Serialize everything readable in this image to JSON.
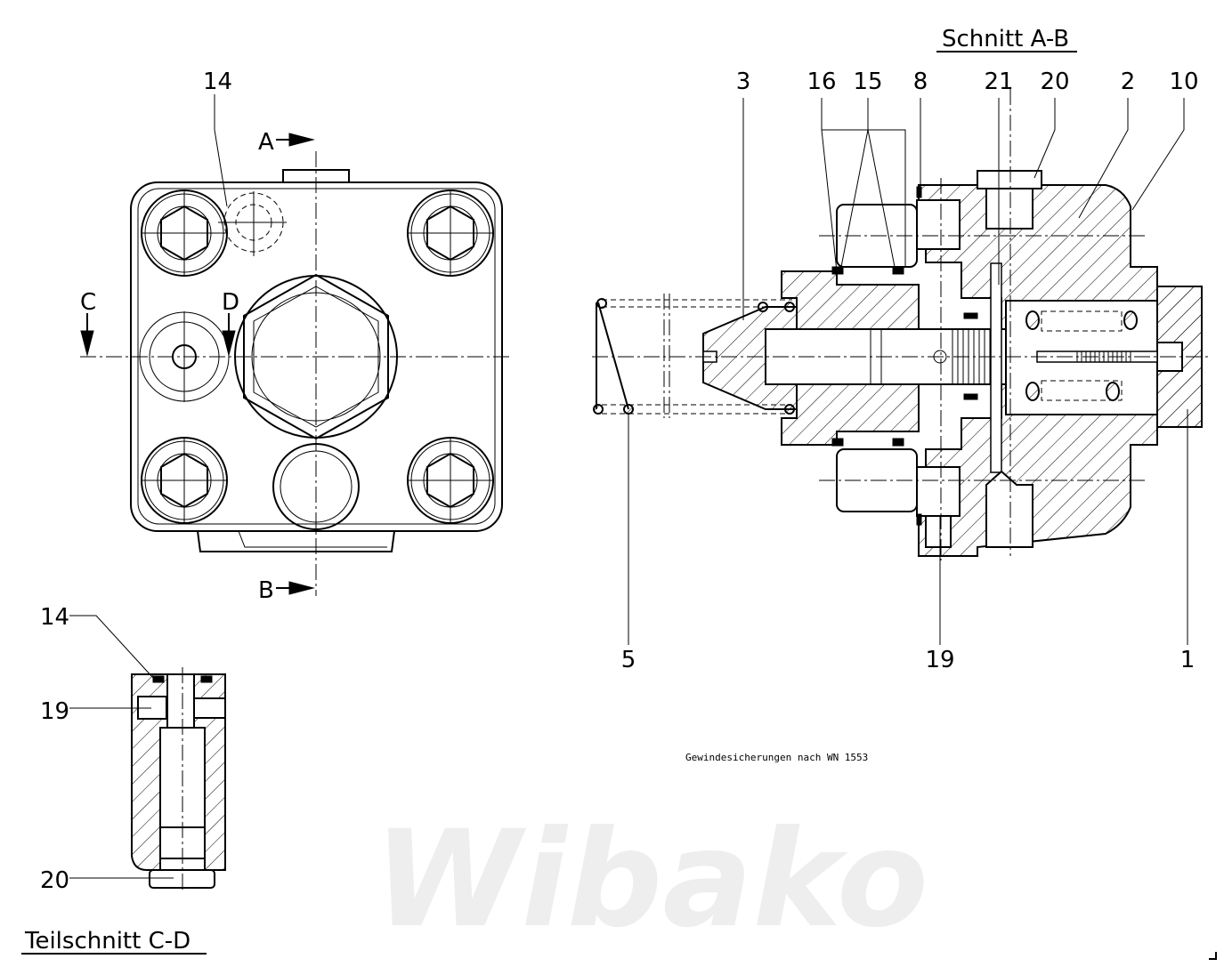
{
  "drawing": {
    "watermark": "Wibako",
    "section_ab_title": "Schnitt A-B",
    "section_cd_title": "Teilschnitt C-D",
    "note": "Gewindesicherungen nach WN 1553",
    "section_markers": {
      "a": "A",
      "b": "B",
      "c": "C",
      "d": "D"
    },
    "front_view": {
      "callouts": [
        "14"
      ]
    },
    "section_ab": {
      "top_callouts": [
        "3",
        "16",
        "15",
        "8",
        "21",
        "20",
        "2",
        "10"
      ],
      "bottom_callouts": [
        "5",
        "19",
        "1"
      ]
    },
    "section_cd": {
      "callouts": [
        "14",
        "19",
        "20"
      ]
    }
  }
}
